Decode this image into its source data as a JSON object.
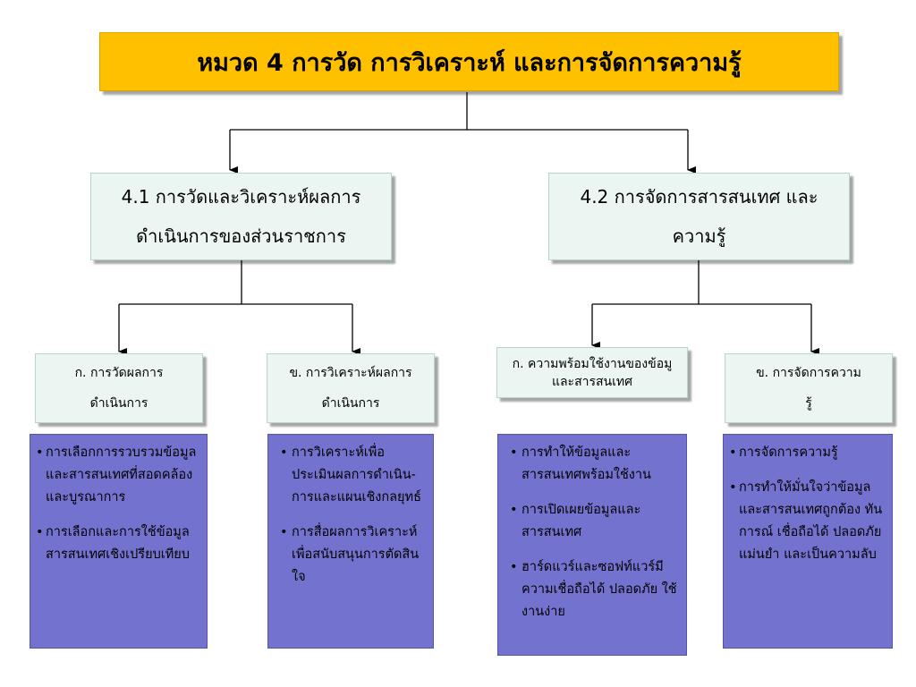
{
  "title": "หมวด 4 การวัด การวิเคราะห์ และการจัดการความรู้",
  "section_1": {
    "label": "4.1 การวัดและวิเคราะห์ผลการดำเนินการของส่วนราชการ",
    "sub_a": {
      "label": "ก. การวัดผลการดำเนินการ",
      "items": [
        "การเลือกการรวบรวมข้อมูลและสารสนเทศที่สอดคล้อง และบูรณาการ",
        "การเลือกและการใช้ข้อมูลสารสนเทศเชิงเปรียบเทียบ"
      ]
    },
    "sub_b": {
      "label": "ข. การวิเคราะห์ผลการดำเนินการ",
      "items": [
        "การวิเคราะห์เพื่อประเมินผลการดำเนิน-การและแผนเชิงกลยุทธ์",
        "การสื่อผลการวิเคราะห์เพื่อสนับสนุนการตัดสินใจ"
      ]
    }
  },
  "section_2": {
    "label": "4.2 การจัดการสารสนเทศ และความรู้",
    "sub_a": {
      "label": "ก. ความพร้อมใช้งานของข้อมู และสารสนเทศ",
      "items": [
        "การทำให้ข้อมูลและสารสนเทศพร้อมใช้งาน",
        "การเปิดเผยข้อมูลและสารสนเทศ",
        "ฮาร์ดแวร์และซอฟท์แวร์มีความเชื่อถือได้ ปลอดภัย ใช้งานง่าย"
      ]
    },
    "sub_b": {
      "label": "ข. การจัดการความรู้",
      "items": [
        "การจัดการความรู้",
        "การทำให้มั่นใจว่าข้อมูลและสารสนเทศถูกต้อง ทันการณ์ เชื่อถือได้ ปลอดภัย แม่นยำ และเป็นความลับ"
      ]
    }
  },
  "colors": {
    "title_bg": "#ffc000",
    "heading_bg": "#ebf5f1",
    "list_bg": "#7472cf",
    "connector": "#000000"
  }
}
